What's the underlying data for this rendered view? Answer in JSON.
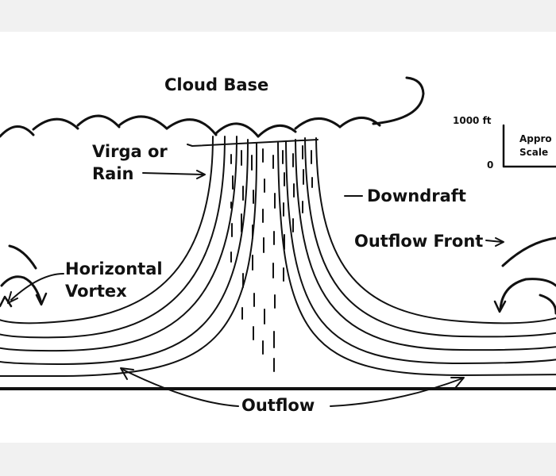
{
  "colors": {
    "ink": "#111111",
    "panel": "#ffffff",
    "surround": "#f1f1f1"
  },
  "labels": {
    "cloud_base": "Cloud Base",
    "virga_line1": "Virga or",
    "virga_line2": "Rain",
    "downdraft": "Downdraft",
    "outflow_front": "Outflow Front",
    "horizontal_line1": "Horizontal",
    "horizontal_line2": "Vortex",
    "outflow": "Outflow"
  },
  "scale": {
    "top_tick": "1000 ft",
    "bottom_tick": "0",
    "caption_line1": "Appro",
    "caption_line2": "Scale"
  }
}
